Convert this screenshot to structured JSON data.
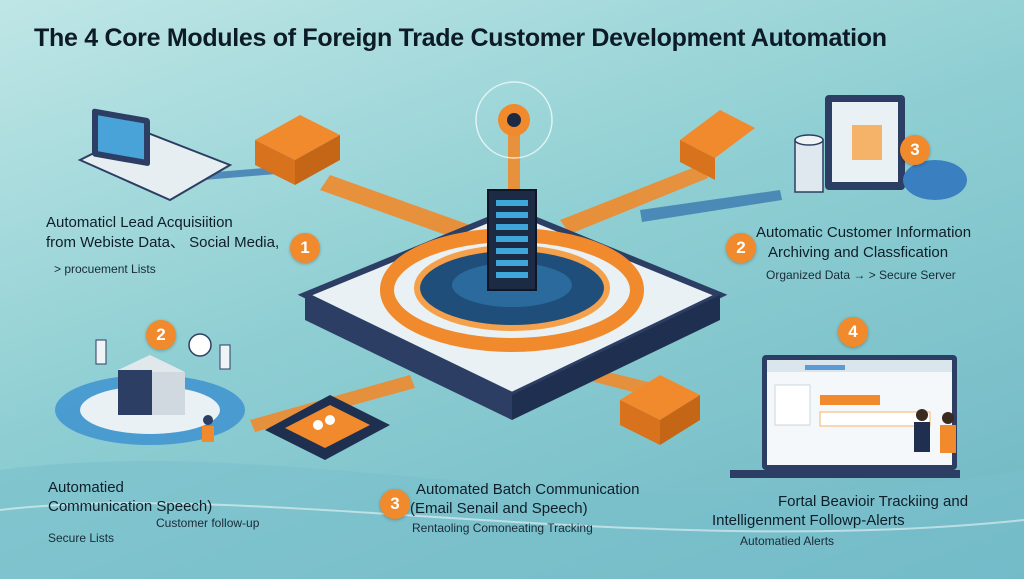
{
  "title": "The 4 Core Modules of Foreign Trade Customer Development Automation",
  "module_left_top": {
    "line1": "Automaticl Lead Acquisiition",
    "line2": "from Webiste Data、 Social Media,",
    "line3": "> procuement Lists",
    "badge": "1"
  },
  "module_right_top": {
    "badge_top": "3",
    "line1": "Automatic Customer Information",
    "line2": "Archiving and Classfication",
    "line3": "Organized Data → > Secure Server",
    "badge": "2"
  },
  "module_left_bottom": {
    "badge": "2",
    "line1": "Automatied",
    "line2": "Communication Speech)",
    "line3": "Customer follow-up",
    "line4": "Secure Lists"
  },
  "module_center_bottom": {
    "badge": "3",
    "line1": "Automated Batch Communication",
    "line2": "(Email Senail and Speech)",
    "line3": "Rentaoling Comoneating Tracking"
  },
  "module_right_bottom": {
    "badge": "4",
    "line1": "Fortal Beavioir Trackiing and",
    "line2": "Intelligenment Followp-Alerts",
    "line3": "Automatied Alerts"
  },
  "icons": [
    "laptop-icon",
    "server-icon",
    "database-icon",
    "monitor-icon",
    "chat-bubble-icon",
    "folder-icon",
    "people-icon"
  ],
  "colors": {
    "accent_orange": "#f08a2c",
    "platform_navy": "#2c3e63",
    "teal_bg": "#8fcfd3"
  }
}
